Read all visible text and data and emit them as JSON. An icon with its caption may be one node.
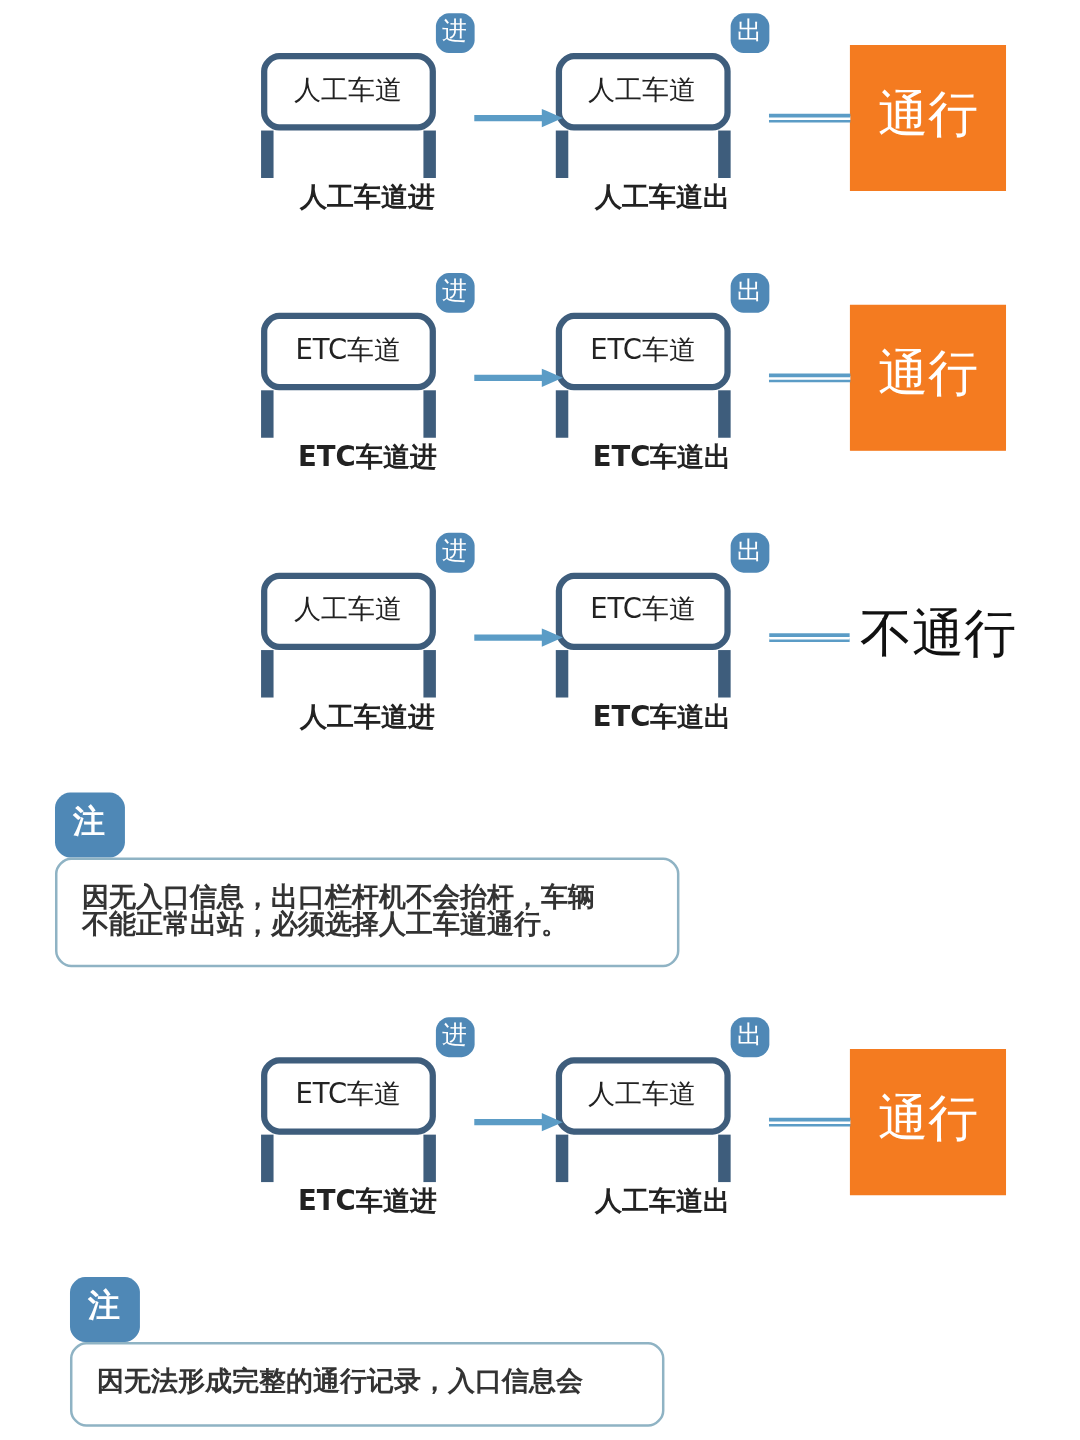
{
  "diagram": {
    "nodes": [
      {
        "text": [
          "人工车道",
          "进"
        ],
        "beside": [
          "人工车道进"
        ]
      },
      {
        "text": [
          "人工车道",
          "出"
        ],
        "beside": [
          "人工车道出"
        ]
      },
      {
        "text": [
          "通行"
        ]
      },
      {
        "text": [
          "ETC车道",
          "进"
        ],
        "beside": [
          "ETC车道进"
        ]
      },
      {
        "text": [
          "ETC车道",
          "出"
        ],
        "beside": [
          "ETC车道出"
        ]
      },
      {
        "text": [
          "通行"
        ]
      },
      {
        "text": [
          "人工车道",
          "进"
        ],
        "beside": [
          "人工车道进"
        ]
      },
      {
        "text": [
          "ETC车道",
          "出"
        ],
        "beside": [
          "ETC车道出"
        ]
      },
      {
        "text": [
          "不通行"
        ]
      },
      {
        "text": [
          "注",
          "因无入口信息，出口栏杆机不会抬杆，车辆不能正常出站，必须选择人工车道通行。"
        ]
      },
      {
        "text": [
          "ETC车道",
          "进"
        ],
        "beside": [
          "ETC车道进"
        ]
      },
      {
        "text": [
          "人工车道",
          "出"
        ],
        "beside": [
          "人工车道出"
        ]
      },
      {
        "text": [
          "通行"
        ]
      },
      {
        "text": [
          "注",
          "因无法形成完整的通行记录，入口信息会"
        ]
      }
    ],
    "edges": [
      {
        "from": 0,
        "to": 1,
        "arrow": "to"
      },
      {
        "from": 1,
        "to": 2,
        "arrow": "none"
      },
      {
        "from": 3,
        "to": 4,
        "arrow": "to"
      },
      {
        "from": 4,
        "to": 5,
        "arrow": "none"
      },
      {
        "from": 6,
        "to": 7,
        "arrow": "to"
      },
      {
        "from": 7,
        "to": 8,
        "arrow": "none"
      },
      {
        "from": 10,
        "to": 11,
        "arrow": "to"
      },
      {
        "from": 11,
        "to": 12,
        "arrow": "none"
      }
    ]
  }
}
